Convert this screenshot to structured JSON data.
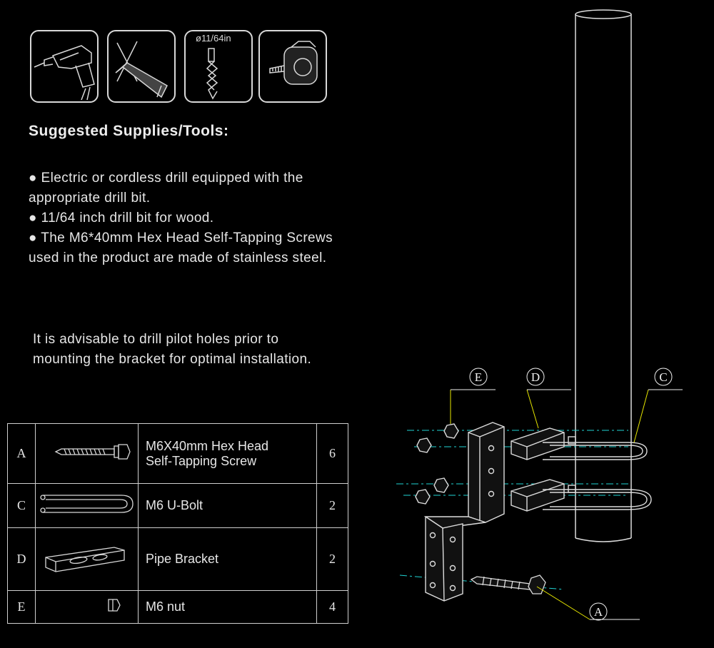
{
  "tools": {
    "drill_icon": "drill-icon",
    "pencil_icon": "pencil-icon",
    "drill_bit_label": "ø11/64in",
    "tape_icon": "tape-measure-icon"
  },
  "heading": "Suggested Supplies/Tools:",
  "bullets": [
    "● Electric or cordless drill equipped with the appropriate drill bit.",
    "● 11/64 inch drill bit for wood.",
    "● The M6*40mm Hex Head Self-Tapping Screws used in the product are made of stainless steel."
  ],
  "advice": "It is advisable to drill pilot holes prior to mounting the bracket for optimal installation.",
  "parts": [
    {
      "letter": "A",
      "name_line1": "M6X40mm Hex Head",
      "name_line2": "Self-Tapping Screw",
      "qty": "6"
    },
    {
      "letter": "C",
      "name_line1": "M6 U-Bolt",
      "name_line2": "",
      "qty": "2"
    },
    {
      "letter": "D",
      "name_line1": "Pipe Bracket",
      "name_line2": "",
      "qty": "2"
    },
    {
      "letter": "E",
      "name_line1": "M6 nut",
      "name_line2": "",
      "qty": "4"
    }
  ],
  "callouts": {
    "e": "E",
    "d": "D",
    "c": "C",
    "a": "A"
  },
  "colors": {
    "background": "#000000",
    "text": "#e6e6e6",
    "guide_line": "#1fd3d3",
    "leader_line": "#e6e600"
  }
}
